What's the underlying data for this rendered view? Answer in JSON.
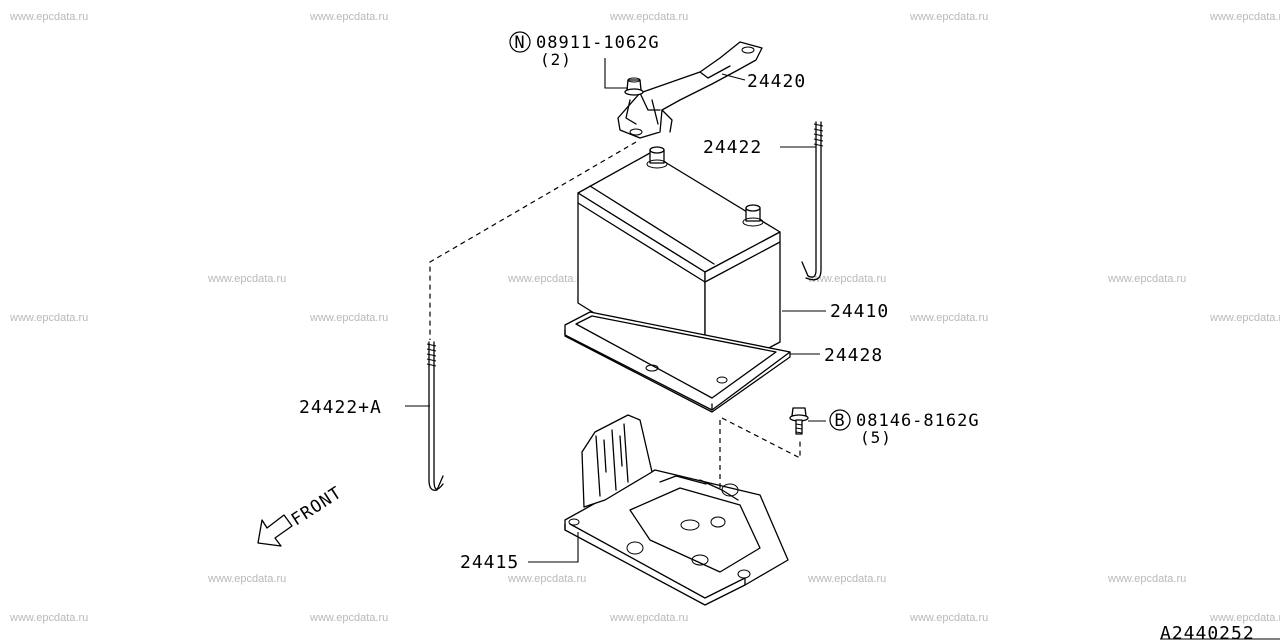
{
  "watermark": "www.epcdata.ru",
  "diagram_code": "A2440252",
  "front_label": "FRONT",
  "parts": {
    "nut": {
      "symbol": "N",
      "number": "08911-1062G",
      "qty": "(2)"
    },
    "bolt": {
      "symbol": "B",
      "number": "08146-8162G",
      "qty": "(5)"
    },
    "clamp": {
      "number": "24420"
    },
    "rod_right": {
      "number": "24422"
    },
    "battery": {
      "number": "24410"
    },
    "tray": {
      "number": "24428"
    },
    "rod_left": {
      "number": "24422+A"
    },
    "bracket": {
      "number": "24415"
    }
  }
}
